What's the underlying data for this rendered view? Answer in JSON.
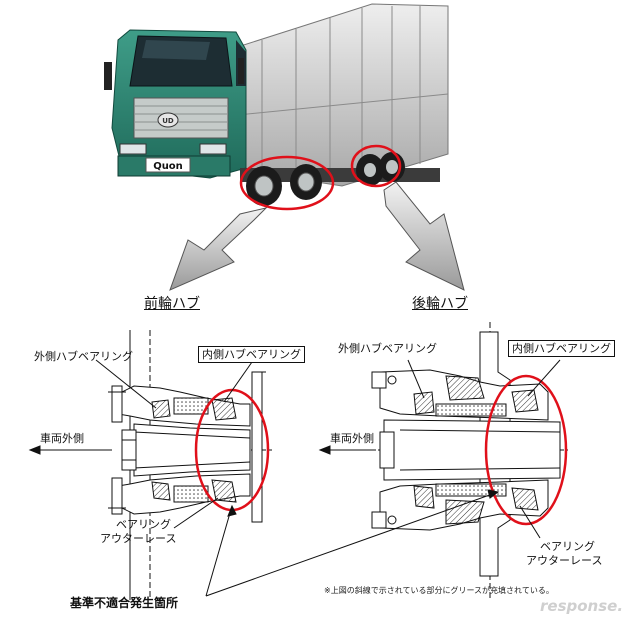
{
  "truck": {
    "badge_text": "Quon",
    "body_color": "#2e8a76",
    "highlight_color": "#e0101a"
  },
  "front_hub": {
    "title": "前輪ハブ",
    "outer_bearing_label": "外側ハブベアリング",
    "inner_bearing_label": "内側ハブベアリング",
    "vehicle_outside_label": "車両外側",
    "outer_race_label_line1": "ベアリング",
    "outer_race_label_line2": "アウターレース"
  },
  "rear_hub": {
    "title": "後輪ハブ",
    "outer_bearing_label": "外側ハブベアリング",
    "inner_bearing_label": "内側ハブベアリング",
    "vehicle_outside_label": "車両外側",
    "outer_race_label_line1": "ベアリング",
    "outer_race_label_line2": "アウターレース"
  },
  "defect_label": "基準不適合発生箇所",
  "footnote": "※上図の斜線で示されている部分にグリースが充填されている。",
  "watermark": "response."
}
